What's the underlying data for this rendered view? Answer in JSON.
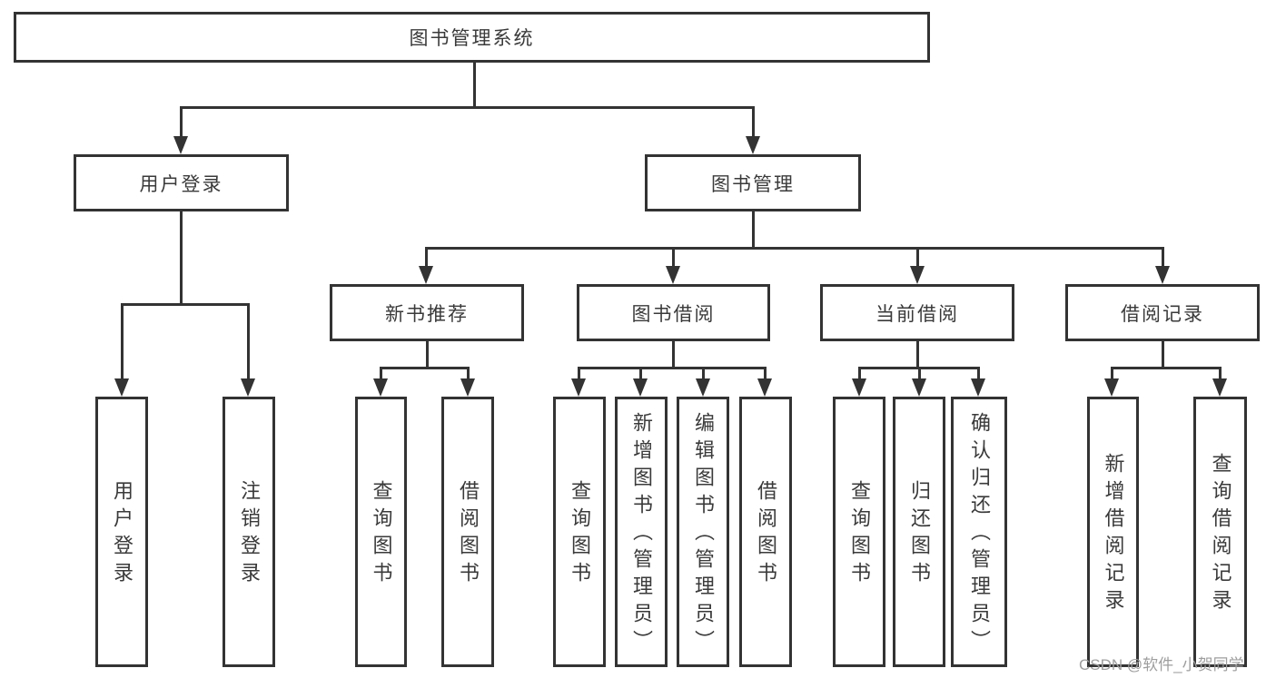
{
  "diagram": {
    "title": "图书管理系统",
    "branches": [
      {
        "label": "用户登录",
        "children": [
          {
            "label": "用户登录"
          },
          {
            "label": "注销登录"
          }
        ]
      },
      {
        "label": "图书管理",
        "children": [
          {
            "label": "新书推荐",
            "children": [
              {
                "label": "查询图书"
              },
              {
                "label": "借阅图书"
              }
            ]
          },
          {
            "label": "图书借阅",
            "children": [
              {
                "label": "查询图书"
              },
              {
                "label": "新增图书（管理员）"
              },
              {
                "label": "编辑图书（管理员）"
              },
              {
                "label": "借阅图书"
              }
            ]
          },
          {
            "label": "当前借阅",
            "children": [
              {
                "label": "查询图书"
              },
              {
                "label": "归还图书"
              },
              {
                "label": "确认归还（管理员）"
              }
            ]
          },
          {
            "label": "借阅记录",
            "children": [
              {
                "label": "新增借阅记录"
              },
              {
                "label": "查询借阅记录"
              }
            ]
          }
        ]
      }
    ]
  },
  "watermark": {
    "text": "CSDN @软件_小贺同学"
  },
  "colors": {
    "line": "#333333",
    "border": "#333333",
    "text": "#3a3a3a",
    "background": "#ffffff",
    "watermark": "#9e9e9e"
  }
}
